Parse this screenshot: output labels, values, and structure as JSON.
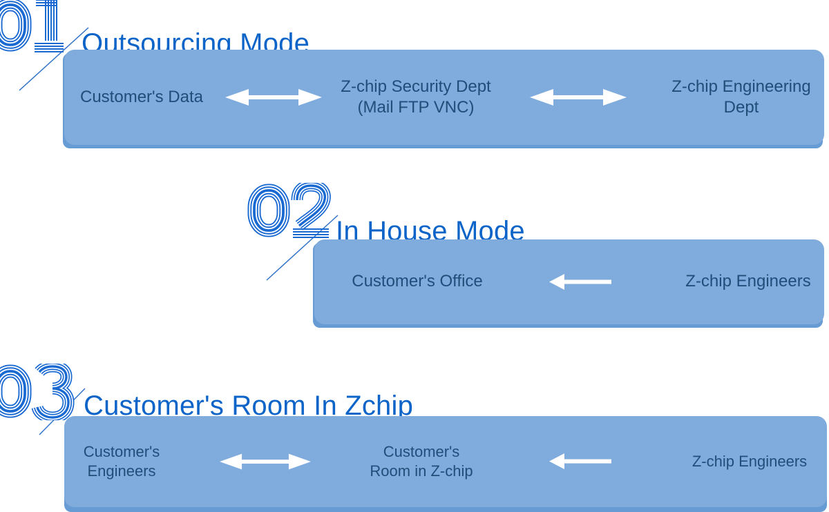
{
  "colors": {
    "accent_blue": "#0c64c8",
    "digit_blue": "#1b6ad2",
    "banner_fill": "#7fabdd",
    "banner_shadow": "#679bd3",
    "banner_text": "#1f4e79",
    "arrow_white": "#ffffff",
    "background": "#ffffff"
  },
  "sections": [
    {
      "number": "01",
      "title": "Outsourcing Mode",
      "nodes": [
        {
          "line1": "Customer's Data",
          "line2": ""
        },
        {
          "line1": "Z-chip Security Dept",
          "line2": "(Mail FTP VNC)"
        },
        {
          "line1": "Z-chip Engineering",
          "line2": "Dept"
        }
      ],
      "arrows": [
        "double-arrow",
        "double-arrow"
      ]
    },
    {
      "number": "02",
      "title": "In House Mode",
      "nodes": [
        {
          "line1": "Customer's Office",
          "line2": ""
        },
        {
          "line1": "Z-chip Engineers",
          "line2": ""
        }
      ],
      "arrows": [
        "left-arrow"
      ]
    },
    {
      "number": "03",
      "title": "Customer's Room In Zchip",
      "nodes": [
        {
          "line1": "Customer's",
          "line2": "Engineers"
        },
        {
          "line1": "Customer's",
          "line2": "Room in Z-chip"
        },
        {
          "line1": "Z-chip Engineers",
          "line2": ""
        }
      ],
      "arrows": [
        "double-arrow",
        "left-arrow"
      ]
    }
  ]
}
